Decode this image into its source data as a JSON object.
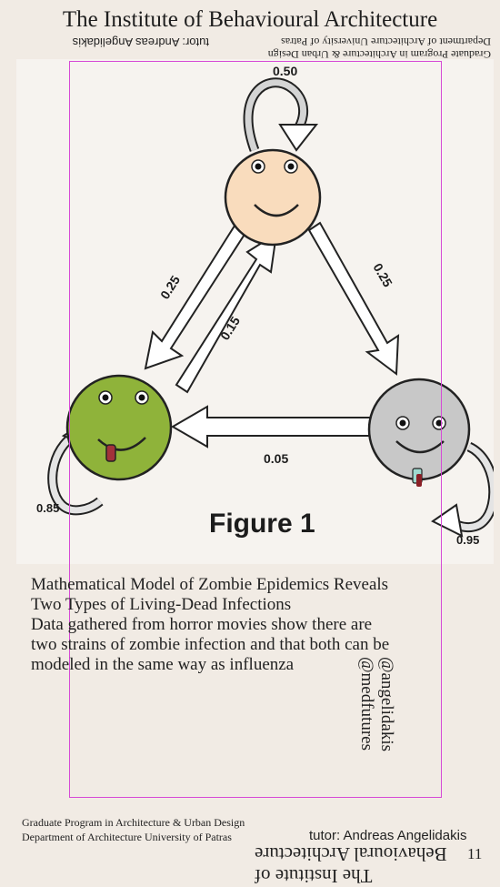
{
  "header": {
    "title": "The Institute of Behavioural Architecture",
    "dept_flipped": "Department of Architecture University of Patras",
    "program_flipped": "Graduate Program in Architecture & Urban Design",
    "tutor_flipped": "tutor: Andreas Angelidakis"
  },
  "diagram": {
    "figure_label": "Figure 1",
    "colors": {
      "human": "#f9dcbd",
      "zombie": "#8fb33a",
      "removed": "#c8c8c8",
      "arrow": "#ffffff"
    },
    "transitions": [
      {
        "from": "human",
        "to": "human",
        "label": "0.50"
      },
      {
        "from": "human",
        "to": "zombie",
        "label": "0.25"
      },
      {
        "from": "zombie",
        "to": "human",
        "label": "0.15"
      },
      {
        "from": "human",
        "to": "removed",
        "label": "0.25"
      },
      {
        "from": "removed",
        "to": "zombie",
        "label": "0.05"
      },
      {
        "from": "zombie",
        "to": "zombie",
        "label": "0.85"
      },
      {
        "from": "removed",
        "to": "removed",
        "label": "0.95"
      }
    ]
  },
  "caption": {
    "line1": "Mathematical Model of Zombie Epidemics Reveals",
    "line2": "Two Types of Living-Dead Infections",
    "line3": "Data gathered from horror movies show there are",
    "line4": "two strains of zombie infection and that both can be",
    "line5": "modeled in the same way as influenza"
  },
  "side": {
    "handle1": "@angelidakis",
    "handle2": "@medfutures"
  },
  "footer": {
    "program": "Graduate Program in Architecture & Urban Design",
    "dept": "Department of Architecture University of Patras",
    "tutor": "tutor: Andreas Angelidakis",
    "title_flipped": "The Institute of Behavioural Architecture",
    "page_number": "11"
  }
}
